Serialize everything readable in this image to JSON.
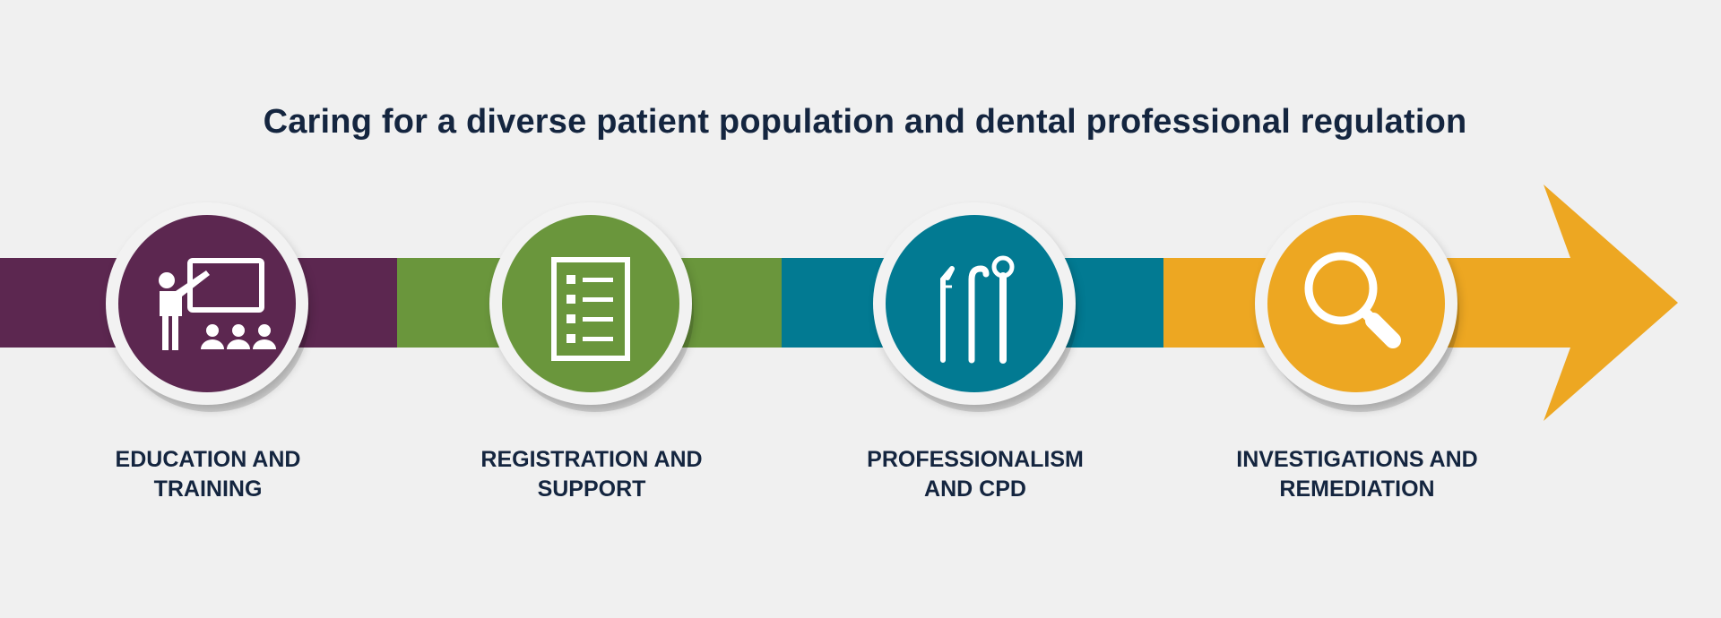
{
  "title": "Caring for a diverse patient population and dental professional regulation",
  "steps": [
    {
      "label_line1": "EDUCATION AND",
      "label_line2": "TRAINING",
      "color": "#5c2750",
      "icon": "teacher-presentation-icon"
    },
    {
      "label_line1": "REGISTRATION AND",
      "label_line2": "SUPPORT",
      "color": "#6a963c",
      "icon": "checklist-document-icon"
    },
    {
      "label_line1": "PROFESSIONALISM",
      "label_line2": "AND CPD",
      "color": "#027a92",
      "icon": "dental-tools-icon"
    },
    {
      "label_line1": "INVESTIGATIONS AND",
      "label_line2": "REMEDIATION",
      "color": "#eda722",
      "icon": "magnifying-glass-icon"
    }
  ],
  "colors": {
    "background": "#f0f0f0",
    "text": "#14253f"
  }
}
